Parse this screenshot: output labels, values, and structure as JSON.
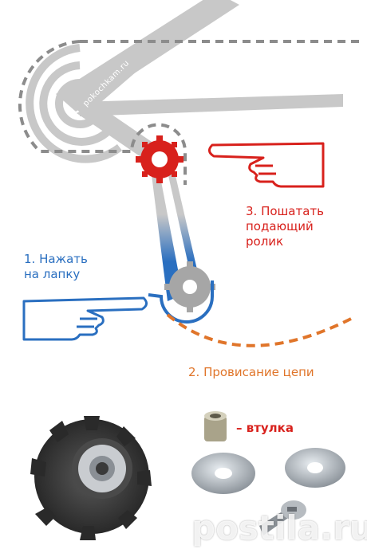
{
  "labels": {
    "step1": "1. Нажать\nна лапку",
    "step2": "2. Провисание цепи",
    "step3": "3. Пошатать\nподающий\nролик",
    "bushing": "– втулка"
  },
  "watermarks": {
    "site": "pokochkam.ru",
    "brand": "postila.ru"
  },
  "colors": {
    "frame": "#c8c8c8",
    "frame_dark": "#9a9a9a",
    "chain_dashed": "#8c8c8c",
    "blue": "#2a6fc0",
    "red": "#d8211c",
    "orange": "#e0752a",
    "sprocket": "#3a3a3a",
    "metal": "#b8bcc0"
  }
}
